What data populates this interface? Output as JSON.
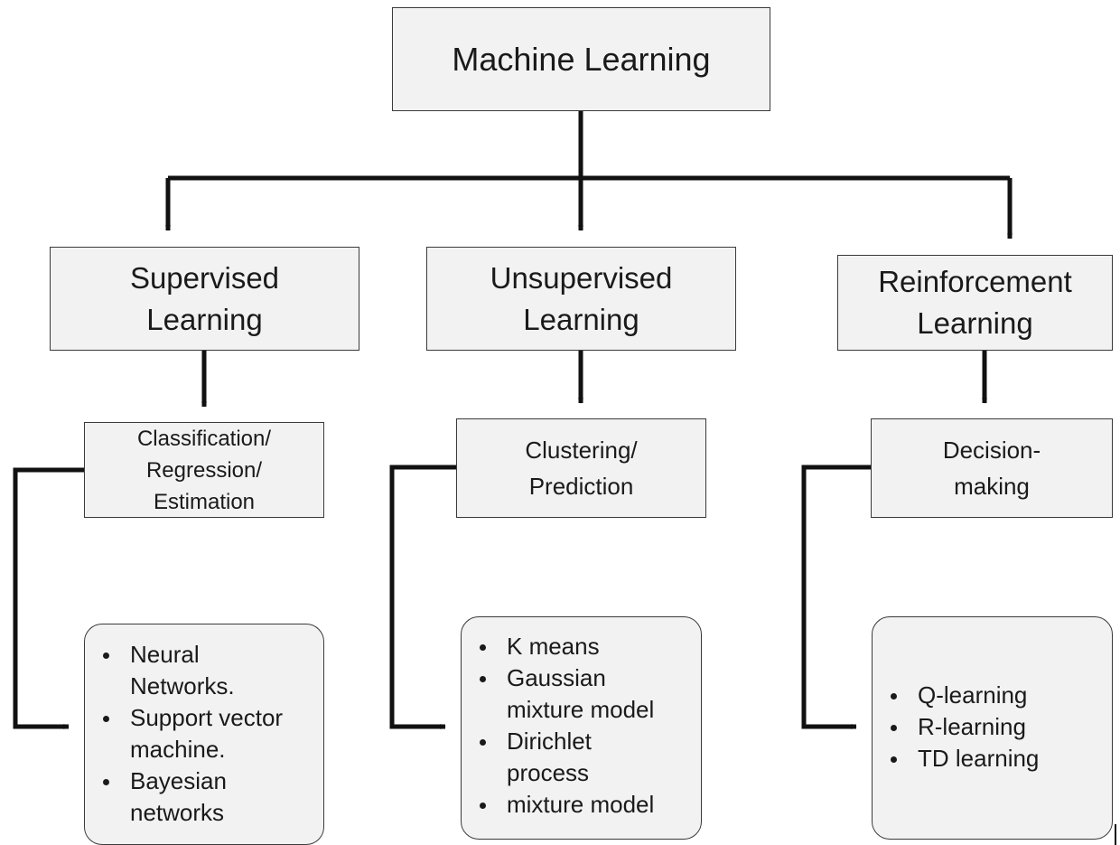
{
  "root": {
    "label": "Machine Learning"
  },
  "categories": [
    {
      "line1": "Supervised",
      "line2": "Learning"
    },
    {
      "line1": "Unsupervised",
      "line2": "Learning"
    },
    {
      "line1": "Reinforcement",
      "line2": "Learning"
    }
  ],
  "tasks": [
    {
      "lines": [
        "Classification/",
        "Regression/",
        "Estimation"
      ]
    },
    {
      "lines": [
        "Clustering/",
        "Prediction"
      ]
    },
    {
      "lines": [
        "Decision-",
        "making"
      ]
    }
  ],
  "algorithms": [
    {
      "items": [
        "Neural Networks.",
        "Support vector machine.",
        "Bayesian networks"
      ]
    },
    {
      "items": [
        "K means",
        "Gaussian mixture model",
        "Dirichlet process",
        "mixture model"
      ]
    },
    {
      "items": [
        "Q-learning",
        "R-learning",
        "TD learning"
      ]
    }
  ],
  "colors": {
    "box_fill": "#f2f2f2",
    "box_border": "#3a3a3a",
    "connector": "#111111"
  }
}
